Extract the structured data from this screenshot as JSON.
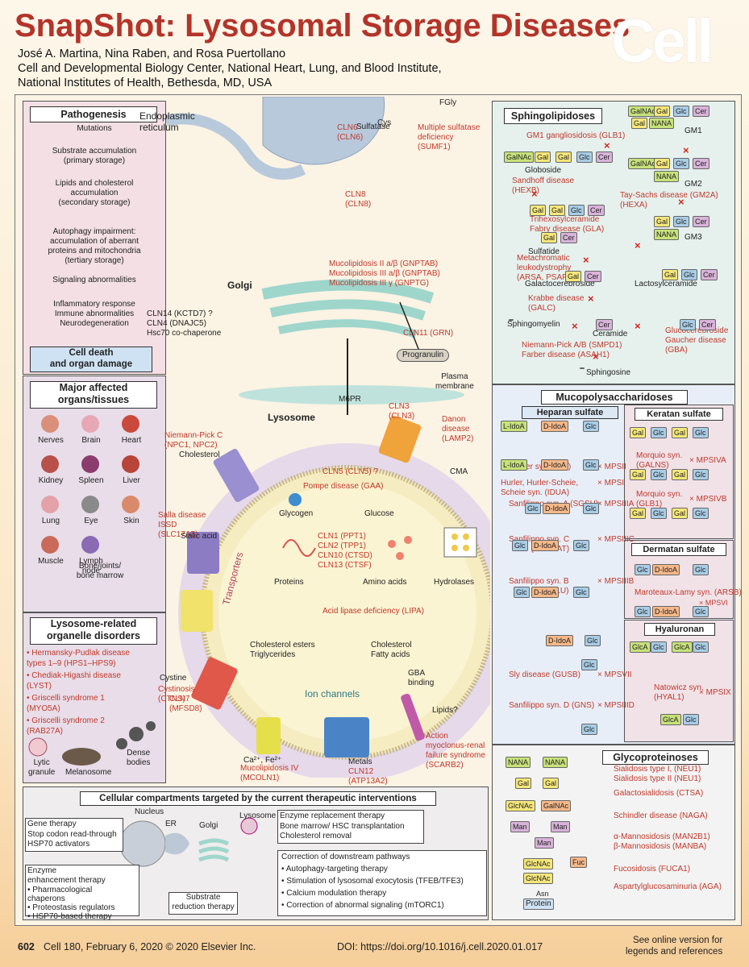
{
  "header": {
    "title": "SnapShot: Lysosomal Storage Diseases",
    "logo": "Cell",
    "authors": "José A. Martina, Nina Raben, and Rosa Puertollano",
    "affil1": "Cell and Developmental Biology Center, National Heart, Lung, and Blood Institute,",
    "affil2": "National Institutes of Health, Bethesda, MD, USA"
  },
  "pathogenesis": {
    "title": "Pathogenesis",
    "steps": [
      "Mutations",
      "Substrate accumulation\n(primary storage)",
      "Lipids and cholesterol\naccumulation\n(secondary storage)",
      "Autophagy impairment:\naccumulation of aberrant\nproteins and mitochondria\n(tertiary storage)",
      "Signaling abnormalities",
      "Inflammatory response\nImmune abnormalities\nNeurodegeneration"
    ],
    "final": "Cell death\nand organ damage"
  },
  "organs": {
    "title": "Major affected\norgans/tissues",
    "items": [
      "Nerves",
      "Brain",
      "Heart",
      "Kidney",
      "Spleen",
      "Liver",
      "Lung",
      "Eye",
      "Skin",
      "Muscle",
      "Lymph\nnode",
      "Bone/joints/\nbone marrow"
    ]
  },
  "organelle": {
    "title": "Lysosome-related\norganelle disorders",
    "items": [
      "Hermansky-Pudlak disease\ntypes 1–9 (HPS1–HPS9)",
      "Chediak-Higashi disease\n(LYST)",
      "Griscelli syndrome 1\n(MYO5A)",
      "Griscelli syndrome 2\n(RAB27A)"
    ],
    "labels": [
      "Lytic\ngranule",
      "Melanosome",
      "Dense\nbodies"
    ]
  },
  "center": {
    "er": "Endoplasmic\nreticulum",
    "golgi": "Golgi",
    "lysosome": "Lysosome",
    "m6pr": "M6PR",
    "progranulin": "Progranulin",
    "plasma": "Plasma\nmembrane",
    "transporters": "Transporters",
    "ion": "Ion channels",
    "labels": [
      {
        "t": "CLN6\n(CLN6)",
        "r": true
      },
      {
        "t": "Sulfatase",
        "r": false
      },
      {
        "t": "FGly",
        "r": false
      },
      {
        "t": "Cys",
        "r": false
      },
      {
        "t": "Multiple sulfatase\ndeficiency\n(SUMF1)",
        "r": true
      },
      {
        "t": "CLN8\n(CLN8)",
        "r": true
      },
      {
        "t": "Mucolipidosis II a/β (GNPTAB)\nMucolipidosis III a/β (GNPTAB)\nMucolipidosis III γ (GNPTG)",
        "r": true
      },
      {
        "t": "CLN14 (KCTD7) ?\nCLN4 (DNAJC5)\nHsc70 co-chaperone",
        "r": false
      },
      {
        "t": "CLN11 (GRN)",
        "r": true
      },
      {
        "t": "CLN3\n(CLN3)",
        "r": true
      },
      {
        "t": "Danon\ndisease\n(LAMP2)",
        "r": true
      },
      {
        "t": "CMA",
        "r": false
      },
      {
        "t": "Niemann-Pick C\n(NPC1, NPC2)",
        "r": true
      },
      {
        "t": "Cholesterol",
        "r": false
      },
      {
        "t": "CLN5 (CLN5) ?",
        "r": true
      },
      {
        "t": "Pompe disease (GAA)",
        "r": true
      },
      {
        "t": "Glycogen",
        "r": false
      },
      {
        "t": "Glucose",
        "r": false
      },
      {
        "t": "Salla disease\nISSD\n(SLC17A5)",
        "r": true
      },
      {
        "t": "Sialic acid",
        "r": false
      },
      {
        "t": "CLN1 (PPT1)\nCLN2 (TPP1)\nCLN10 (CTSD)\nCLN13 (CTSF)",
        "r": true
      },
      {
        "t": "Proteins",
        "r": false
      },
      {
        "t": "Amino acids",
        "r": false
      },
      {
        "t": "Hydrolases",
        "r": false
      },
      {
        "t": "Acid lipase deficiency (LIPA)",
        "r": true
      },
      {
        "t": "Cholesterol esters\nTriglycerides",
        "r": false
      },
      {
        "t": "Cholesterol\nFatty acids",
        "r": false
      },
      {
        "t": "Cystine",
        "r": false
      },
      {
        "t": "Cystinosis\n(CTNS)",
        "r": true
      },
      {
        "t": "CLN7\n(MFSD8)",
        "r": true
      },
      {
        "t": "GBA\nbinding",
        "r": false
      },
      {
        "t": "Lipids?",
        "r": false
      },
      {
        "t": "Action\nmyoclonus-renal\nfailure syndrome\n(SCARB2)",
        "r": true
      },
      {
        "t": "Ca²⁺, Fe²⁺",
        "r": false
      },
      {
        "t": "Mucolipidosis IV\n(MCOLN1)",
        "r": true
      },
      {
        "t": "Metals",
        "r": false
      },
      {
        "t": "CLN12\n(ATP13A2)",
        "r": true
      }
    ]
  },
  "sphingo": {
    "title": "Sphingolipidoses",
    "labels": [
      "GM1 gangliosidosis (GLB1)",
      "Globoside",
      "Sandhoff disease\n(HEXB)",
      "GM2",
      "Tay-Sachs disease (GM2A)\n(HEXA)",
      "Trihexosylceramide\nFabry disease (GLA)",
      "GM3",
      "Sulfatide",
      "Metachromatic\nleukodystrophy\n(ARSA, PSAP)",
      "Galactocerebroside",
      "Lactosylceramide",
      "Krabbe disease\n(GALC)",
      "Sphingomyelin",
      "Ceramide",
      "Glucocerebroside\nGaucher disease (GBA)",
      "Niemann-Pick A/B (SMPD1)\nFarber disease (ASAH1)",
      "Sphingosine",
      "GM1"
    ]
  },
  "mps": {
    "title": "Mucopolysaccharidoses",
    "heparan": "Heparan sulfate",
    "keratan": "Keratan sulfate",
    "dermatan": "Dermatan sulfate",
    "hyaluronan": "Hyaluronan",
    "hs_diseases": [
      "Hunter syn. (IDS)",
      "Hurler, Hurler-Scheie,\nScheie syn. (IDUA)",
      "Sanfilippo syn. A (SGSH)",
      "Sanfilippo syn. C\n(HGSNAT)",
      "Sanfilippo syn. B\n(NAGLU)",
      "Sly disease (GUSB)",
      "Sanfilippo syn. D (GNS)"
    ],
    "hs_types": [
      "MPSII",
      "MPSI",
      "MPSIIIA",
      "MPSIIIC",
      "MPSIIIB",
      "MPSVII",
      "MPSIIID"
    ],
    "ks_diseases": [
      "Morquio syn.\n(GALNS)",
      "Morquio syn.\n(GLB1)"
    ],
    "ks_types": [
      "MPSIVA",
      "MPSIVB"
    ],
    "ds_disease": "Maroteaux-Lamy syn. (ARSB)",
    "ds_type": "MPSVI",
    "ha_disease": "Natowicz syn.\n(HYAL1)",
    "ha_type": "MPSIX"
  },
  "glyco": {
    "title": "Glycoproteinoses",
    "diseases": [
      "Sialidosis type I, (NEU1)\nSialidosis type II (NEU1)",
      "Galactosialidosis (CTSA)",
      "Schindler disease (NAGA)",
      "α-Mannosidosis (MAN2B1)\nβ-Mannosidosis (MANBA)",
      "Fucosidosis (FUCA1)",
      "Aspartylglucosaminuria (AGA)"
    ],
    "sugars": [
      "NANA",
      "NANA",
      "Gal",
      "Gal",
      "GlcNAc",
      "GalNAc",
      "Man",
      "Man",
      "Man",
      "GlcNAc",
      "GlcNAc",
      "Fuc",
      "Asn"
    ],
    "protein": "Protein"
  },
  "therapy": {
    "title": "Cellular compartments targeted by the current therapeutic interventions",
    "nucleus": "Nucleus",
    "er": "ER",
    "golgi": "Golgi",
    "lysosome": "Lysosome",
    "gene": "Gene therapy\nStop codon read-through\nHSP70 activators",
    "enzyme_title": "Enzyme\nenhancement therapy",
    "enzyme_items": [
      "Pharmacological\nchaperons",
      "Proteostasis regulators",
      "HSP70-based therapy"
    ],
    "substrate": "Substrate\nreduction therapy",
    "ert": "Enzyme replacement therapy\nBone marrow/ HSC transplantation\nCholesterol removal",
    "down_title": "Correction of downstream pathways",
    "down_items": [
      "Autophagy-targeting therapy",
      "Stimulation of lysosomal exocytosis (TFEB/TFE3)",
      "Calcium modulation therapy",
      "Correction of abnormal signaling (mTORC1)"
    ]
  },
  "footer": {
    "page": "602",
    "citation": "Cell 180, February 6, 2020 © 2020 Elsevier Inc.",
    "doi": "DOI: https://doi.org/10.1016/j.cell.2020.01.017",
    "note": "See online version for\nlegends and references"
  }
}
